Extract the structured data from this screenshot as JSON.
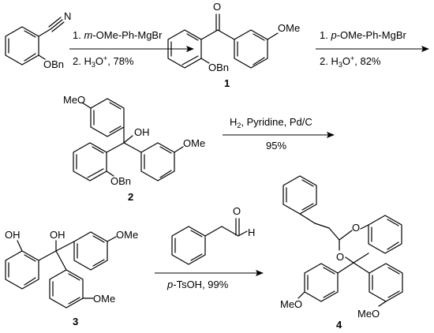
{
  "atoms": {
    "N": "N",
    "O": "O",
    "OBn": "OBn",
    "OMe": "OMe",
    "MeO": "MeO",
    "OH": "OH",
    "H": "H"
  },
  "compounds": [
    "1",
    "2",
    "3",
    "4"
  ],
  "step1": {
    "line1_num": "1. ",
    "line1_italic": "m",
    "line1_rest": "-OMe-Ph-MgBr",
    "line2_a": "2. H",
    "line2_sub": "3",
    "line2_b": "O",
    "line2_sup": "+",
    "line2_c": ", 78%"
  },
  "step2": {
    "line1_num": "1. ",
    "line1_italic": "p",
    "line1_rest": "-OMe-Ph-MgBr",
    "line2_a": "2. H",
    "line2_sub": "3",
    "line2_b": "O",
    "line2_sup": "+",
    "line2_c": ", 82%"
  },
  "step3": {
    "line1_a": "H",
    "line1_sub": "2",
    "line1_b": ", Pyridine, Pd/C",
    "line2": "95%"
  },
  "step4": {
    "italic": "p",
    "rest": "-TsOH, 99%"
  }
}
